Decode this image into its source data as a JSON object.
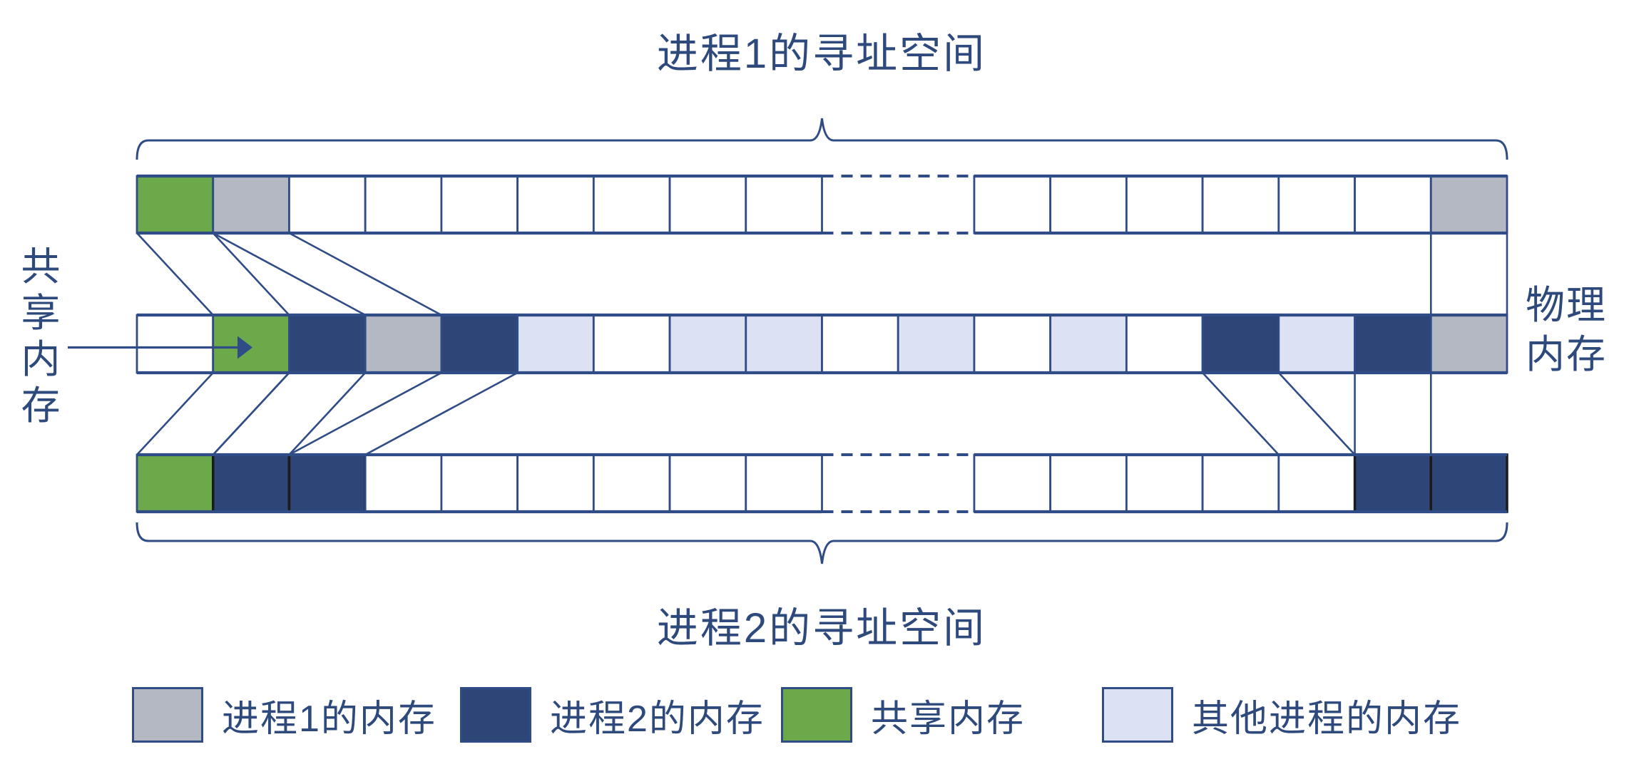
{
  "colors": {
    "white": "#FFFFFF",
    "process1": "#B4B8C2",
    "process2": "#2E4578",
    "shared": "#6CA94B",
    "other": "#DCE1F4",
    "line": "#2F4C86",
    "black_border": "#1B1B1B",
    "text": "#2E4A7D"
  },
  "labels": {
    "top_title": "进程1的寻址空间",
    "bottom_title": "进程2的寻址空间",
    "right_label": "物理内存",
    "left_label": "共享内存"
  },
  "legend": [
    {
      "color_key": "process1",
      "label": "进程1的内存"
    },
    {
      "color_key": "process2",
      "label": "进程2的内存"
    },
    {
      "color_key": "shared",
      "label": "共享内存"
    },
    {
      "color_key": "other",
      "label": "其他进程的内存"
    }
  ],
  "rows": {
    "top": {
      "name": "process1-address-space",
      "gap": {
        "start": 9,
        "end": 11
      },
      "cells": [
        {
          "col": 0,
          "color": "shared"
        },
        {
          "col": 1,
          "color": "process1"
        },
        {
          "col": 2,
          "color": "white"
        },
        {
          "col": 3,
          "color": "white"
        },
        {
          "col": 4,
          "color": "white"
        },
        {
          "col": 5,
          "color": "white"
        },
        {
          "col": 6,
          "color": "white"
        },
        {
          "col": 7,
          "color": "white"
        },
        {
          "col": 8,
          "color": "white"
        },
        {
          "col": 11,
          "color": "white"
        },
        {
          "col": 12,
          "color": "white"
        },
        {
          "col": 13,
          "color": "white"
        },
        {
          "col": 14,
          "color": "white"
        },
        {
          "col": 15,
          "color": "white"
        },
        {
          "col": 16,
          "color": "white"
        },
        {
          "col": 17,
          "color": "process1"
        }
      ]
    },
    "mid": {
      "name": "physical-memory",
      "cells": [
        {
          "col": 0,
          "color": "white"
        },
        {
          "col": 1,
          "color": "shared"
        },
        {
          "col": 2,
          "color": "process2"
        },
        {
          "col": 3,
          "color": "process1"
        },
        {
          "col": 4,
          "color": "process2"
        },
        {
          "col": 5,
          "color": "other"
        },
        {
          "col": 6,
          "color": "white"
        },
        {
          "col": 7,
          "color": "other"
        },
        {
          "col": 8,
          "color": "other"
        },
        {
          "col": 9,
          "color": "white"
        },
        {
          "col": 10,
          "color": "other"
        },
        {
          "col": 11,
          "color": "white"
        },
        {
          "col": 12,
          "color": "other"
        },
        {
          "col": 13,
          "color": "white"
        },
        {
          "col": 14,
          "color": "process2"
        },
        {
          "col": 15,
          "color": "other"
        },
        {
          "col": 16,
          "color": "process2"
        },
        {
          "col": 17,
          "color": "process1"
        }
      ]
    },
    "bottom": {
      "name": "process2-address-space",
      "gap": {
        "start": 9,
        "end": 11
      },
      "cells": [
        {
          "col": 0,
          "color": "shared"
        },
        {
          "col": 1,
          "color": "process2",
          "border": "black"
        },
        {
          "col": 2,
          "color": "process2",
          "border": "black"
        },
        {
          "col": 3,
          "color": "white"
        },
        {
          "col": 4,
          "color": "white"
        },
        {
          "col": 5,
          "color": "white"
        },
        {
          "col": 6,
          "color": "white"
        },
        {
          "col": 7,
          "color": "white"
        },
        {
          "col": 8,
          "color": "white"
        },
        {
          "col": 11,
          "color": "white"
        },
        {
          "col": 12,
          "color": "white"
        },
        {
          "col": 13,
          "color": "white"
        },
        {
          "col": 14,
          "color": "white"
        },
        {
          "col": 15,
          "color": "white"
        },
        {
          "col": 16,
          "color": "process2",
          "border": "black"
        },
        {
          "col": 17,
          "color": "process2",
          "border": "black"
        }
      ]
    }
  },
  "mappings": [
    {
      "from_row": "top",
      "from_col": 0,
      "to_row": "mid",
      "to_col": 1
    },
    {
      "from_row": "top",
      "from_col": 1,
      "to_row": "mid",
      "to_col": 3
    },
    {
      "from_row": "top",
      "from_col": 17,
      "to_row": "mid",
      "to_col": 17
    },
    {
      "from_row": "mid",
      "from_col": 1,
      "to_row": "bottom",
      "to_col": 0
    },
    {
      "from_row": "mid",
      "from_col": 2,
      "to_row": "bottom",
      "to_col": 1
    },
    {
      "from_row": "mid",
      "from_col": 4,
      "to_row": "bottom",
      "to_col": 2
    },
    {
      "from_row": "mid",
      "from_col": 14,
      "to_row": "bottom",
      "to_col": 15
    },
    {
      "from_row": "mid",
      "from_col": 16,
      "to_row": "bottom",
      "to_col": 16
    }
  ]
}
